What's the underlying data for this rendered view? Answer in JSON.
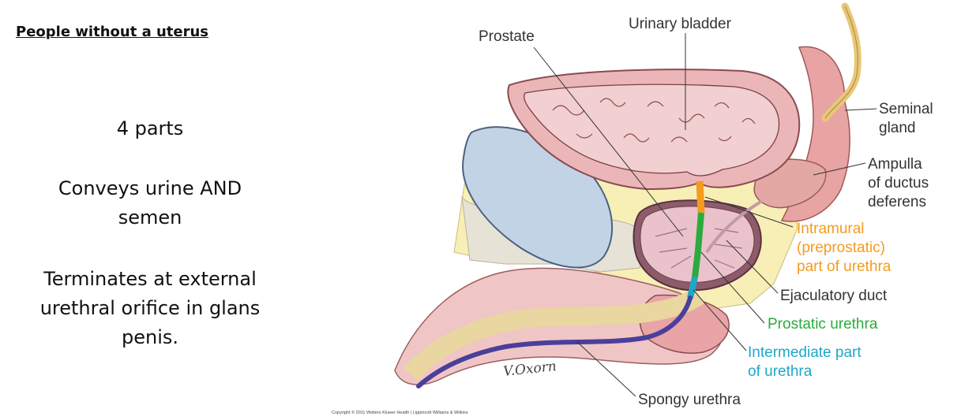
{
  "heading": "People without a uterus",
  "points": [
    {
      "lines": [
        "4 parts"
      ]
    },
    {
      "lines": [
        "Conveys urine AND",
        "semen"
      ]
    },
    {
      "lines": [
        "Terminates at external",
        "urethral orifice in glans",
        "penis."
      ]
    }
  ],
  "figure": {
    "labels": {
      "prostate": "Prostate",
      "bladder": "Urinary bladder",
      "seminal": [
        "Seminal",
        "gland"
      ],
      "ampulla": [
        "Ampulla",
        "of ductus",
        "deferens"
      ],
      "intramural": [
        "Intramural",
        "(preprostatic)",
        "part of urethra"
      ],
      "ejaculatory": "Ejaculatory duct",
      "prostatic": "Prostatic urethra",
      "intermediate": [
        "Intermediate part",
        "of urethra"
      ],
      "spongy": "Spongy urethra"
    },
    "signature": "V.Oxorn",
    "copyright": "Copyright © 2011 Wolters Kluwer Health | Lippincott Williams & Wilkins",
    "colors": {
      "intramural": "#f39c1e",
      "prostatic": "#2bab3e",
      "intermediate": "#1ea7c8",
      "spongy": "#4a3f9a",
      "label": "#333333"
    }
  }
}
